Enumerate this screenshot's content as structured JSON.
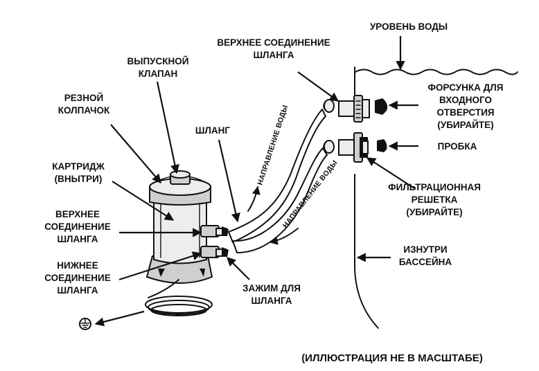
{
  "labels": {
    "water_level": "УРОВЕНЬ ВОДЫ",
    "upper_hose_conn_top": [
      "ВЕРХНЕЕ СОЕДИНЕНИЕ",
      "ШЛАНГА"
    ],
    "relief_valve": [
      "ВЫПУСКНОЙ",
      "КЛАПАН"
    ],
    "threaded_cap": [
      "РЕЗНОЙ",
      "КОЛПАЧОК"
    ],
    "hose": "ШЛАНГ",
    "cartridge": [
      "КАРТРИДЖ",
      "(ВНЫТРИ)"
    ],
    "upper_hose_conn_left": [
      "ВЕРХНЕЕ",
      "СОЕДИНЕНИЕ",
      "ШЛАНГА"
    ],
    "lower_hose_conn": [
      "НИЖНЕЕ",
      "СОЕДИНЕНИЕ",
      "ШЛАНГА"
    ],
    "hose_clamp": [
      "ЗАЖИМ ДЛЯ",
      "ШЛАНГА"
    ],
    "inlet_nozzle": [
      "ФОРСУНКА ДЛЯ",
      "ВХОДНОГО",
      "ОТВЕРСТИЯ",
      "(УБИРАЙТЕ)"
    ],
    "plug": "ПРОБКА",
    "strainer_grid": [
      "ФИЛЬТРАЦИОННАЯ",
      "РЕШЕТКА",
      "(УБИРАЙТЕ)"
    ],
    "inside_pool": [
      "ИЗНУТРИ",
      "БАССЕЙНА"
    ],
    "flow_direction_1": "НАПРАВЛЕНИЕ ВОДЫ",
    "flow_direction_2": "НАПРАВЛЕНИЕ ВОДЫ",
    "not_to_scale": "(ИЛЛЮСТРАЦИЯ НЕ В МАСШТАБЕ)"
  },
  "icons": {
    "ground": "ground-symbol-icon"
  }
}
